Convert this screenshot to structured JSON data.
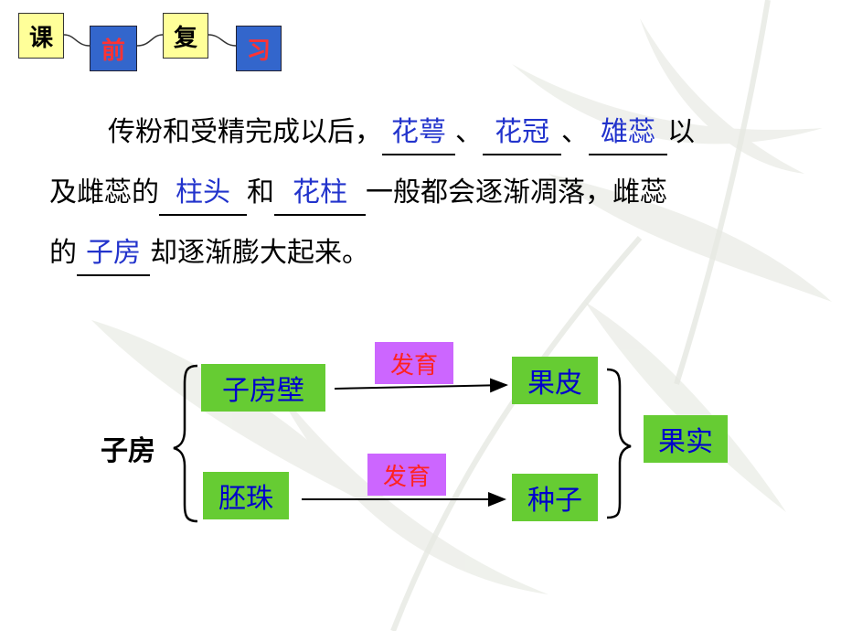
{
  "header": {
    "boxes": [
      "课",
      "前",
      "复",
      "习"
    ]
  },
  "paragraph": {
    "t1": "传粉和受精完成以后，",
    "b1": "花萼",
    "sep1": "、",
    "b2": "花冠",
    "sep2": "、",
    "b3": "雄蕊",
    "t2": "以",
    "t3": "及雌蕊的",
    "b4": "柱头",
    "t4": "和",
    "b5": "花柱",
    "t5": "一般都会逐渐凋落，雌蕊",
    "t6": "的",
    "b6": "子房",
    "t7": "却逐渐膨大起来。"
  },
  "diagram": {
    "source": "子房",
    "top_left": "子房壁",
    "top_process": "发育",
    "top_right": "果皮",
    "bottom_left": "胚珠",
    "bottom_process": "发育",
    "bottom_right": "种子",
    "result": "果实"
  },
  "colors": {
    "green_box": "#66cc33",
    "purple_box": "#cc66ff",
    "yellow_box": "#ffff99",
    "blue_box": "#3366cc",
    "answer_text": "#2233cc"
  }
}
